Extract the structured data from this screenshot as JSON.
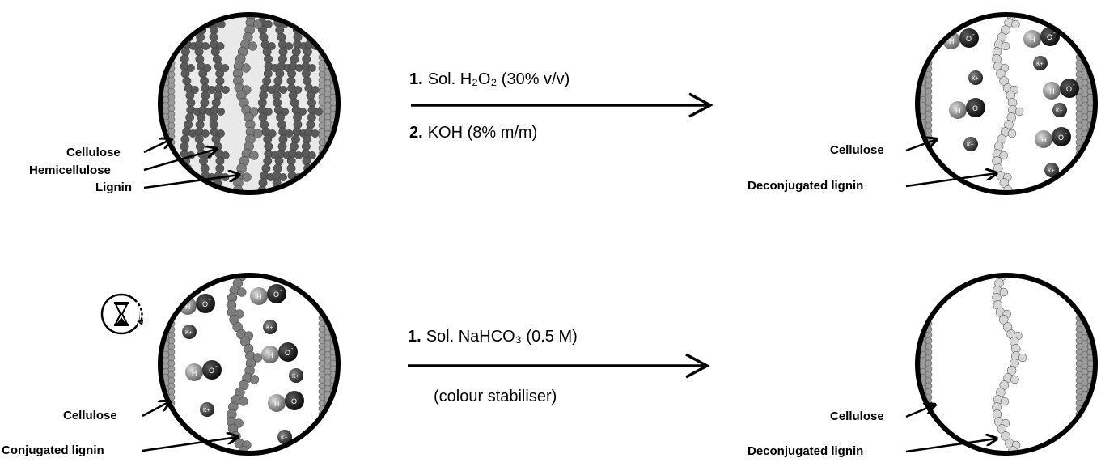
{
  "panels": {
    "top_left": {
      "labels": [
        "Cellulose",
        "Hemicellulose",
        "Lignin"
      ]
    },
    "top_right": {
      "labels": [
        "Cellulose",
        "Deconjugated lignin"
      ]
    },
    "bottom_left": {
      "labels": [
        "Cellulose",
        "Conjugated lignin"
      ]
    },
    "bottom_right": {
      "labels": [
        "Cellulose",
        "Deconjugated lignin"
      ]
    }
  },
  "top_reaction": {
    "step1_number": "1.",
    "step1_text": "Sol. H₂O₂ (30% v/v)",
    "step2_number": "2.",
    "step2_text": "KOH (8% m/m)"
  },
  "bottom_reaction": {
    "step1_number": "1.",
    "step1_text": "Sol. NaHCO₃ (0.5 M)",
    "note": "(colour stabiliser)"
  },
  "molecule_labels": {
    "hydrogen": "H",
    "oxygen": "O",
    "oxygen_charge": "-",
    "potassium": "K+"
  },
  "colors": {
    "ring": "#000000",
    "cellulose": "#9c9c9c",
    "hemicellulose": "#5a5a5a",
    "lignin_conjugated": "#7d7d7d",
    "lignin_deconjugated": "#d6d6d6",
    "oxygen": "#1c1c1c",
    "hydrogen": "#a0a0a0",
    "potassium": "#4a4a4a"
  },
  "icons": [
    "hourglass-timer-icon"
  ]
}
